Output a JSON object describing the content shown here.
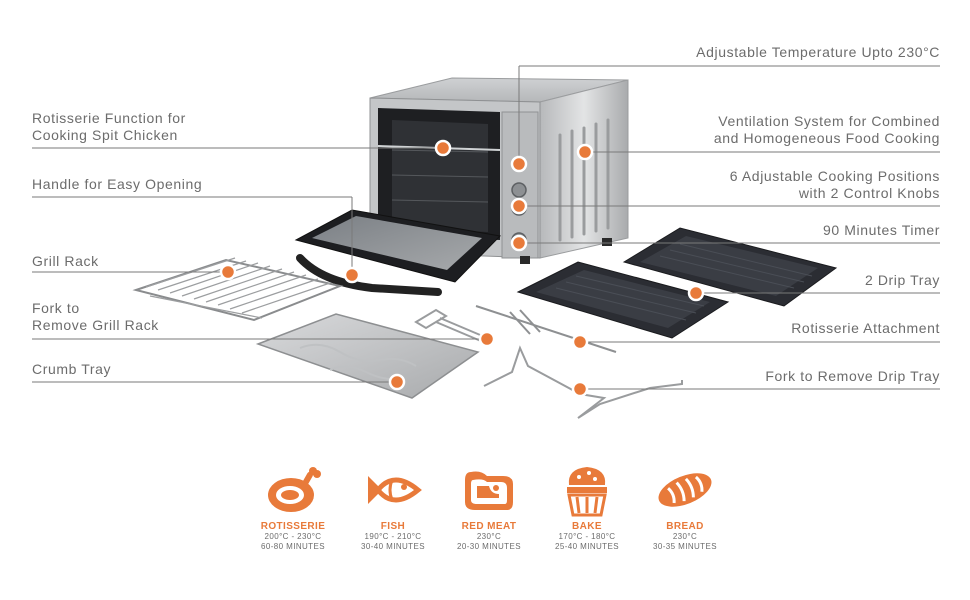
{
  "callouts": {
    "left": [
      {
        "line1": "Rotisserie Function for",
        "line2": "Cooking Spit Chicken"
      },
      {
        "line1": "Handle for Easy Opening"
      },
      {
        "line1": "Grill Rack"
      },
      {
        "line1": "Fork to",
        "line2": "Remove Grill Rack"
      },
      {
        "line1": "Crumb Tray"
      }
    ],
    "right": [
      {
        "line1": "Adjustable Temperature Upto 230°C"
      },
      {
        "line1": "Ventilation System for Combined",
        "line2": "and Homogeneous Food Cooking"
      },
      {
        "line1": "6 Adjustable Cooking Positions",
        "line2": "with 2 Control Knobs"
      },
      {
        "line1": "90 Minutes Timer"
      },
      {
        "line1": "2 Drip Tray"
      },
      {
        "line1": "Rotisserie Attachment"
      },
      {
        "line1": "Fork to Remove Drip Tray"
      }
    ]
  },
  "presets": [
    {
      "name": "ROTISSERIE",
      "temp": "200°C - 230°C",
      "time": "60-80 MINUTES",
      "icon": "chicken-icon"
    },
    {
      "name": "FISH",
      "temp": "190°C - 210°C",
      "time": "30-40 MINUTES",
      "icon": "fish-icon"
    },
    {
      "name": "RED MEAT",
      "temp": "230°C",
      "time": "20-30 MINUTES",
      "icon": "steak-icon"
    },
    {
      "name": "BAKE",
      "temp": "170°C - 180°C",
      "time": "25-40 MINUTES",
      "icon": "cupcake-icon"
    },
    {
      "name": "BREAD",
      "temp": "230°C",
      "time": "30-35 MINUTES",
      "icon": "bread-icon"
    }
  ],
  "colors": {
    "accent": "#e87a3a",
    "text": "#6c6c6c",
    "line": "#7a7a7a",
    "tray": "#2b2d33",
    "steel": "#c9cbcd"
  }
}
